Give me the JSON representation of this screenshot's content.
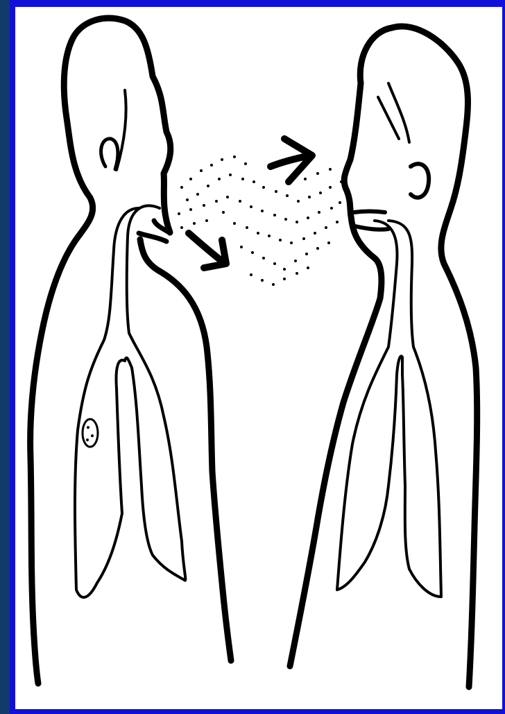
{
  "figure": {
    "colors": {
      "frame": "#1010d8",
      "left_stripe": "#123a6b",
      "background": "#ffffff",
      "ink": "#000000"
    },
    "elements": [
      "infected-person-figure",
      "exposed-person-figure",
      "airborne-droplets",
      "arrow-icon",
      "lung-lesion"
    ]
  }
}
